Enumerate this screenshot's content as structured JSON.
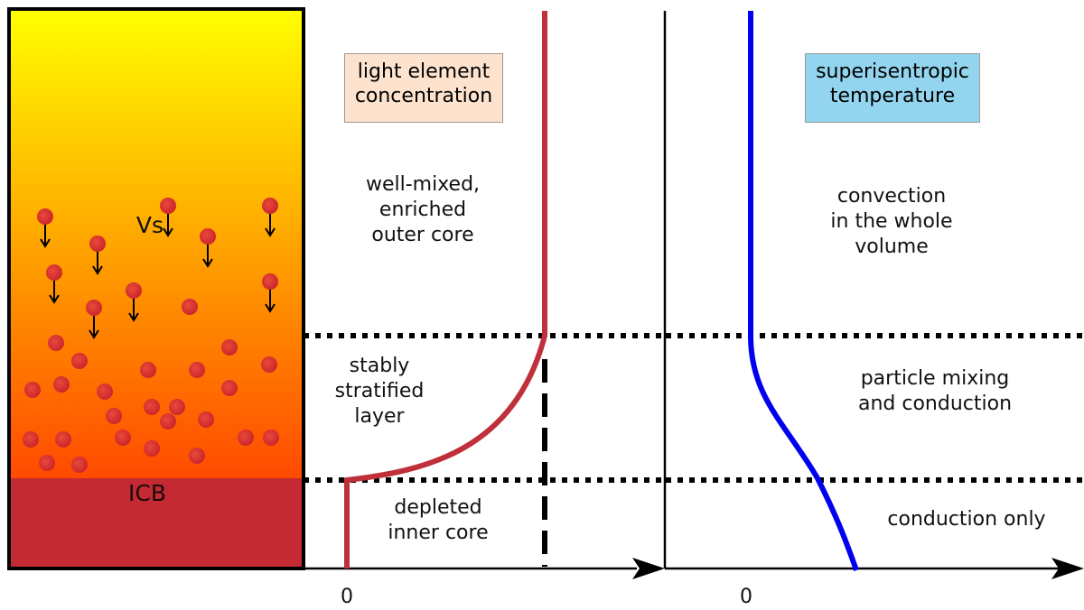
{
  "legend_boxes": {
    "light_element": {
      "text": "light element\nconcentration",
      "fill": "#FDE3CE"
    },
    "superisentropic": {
      "text": "superisentropic\ntemperature",
      "fill": "#93D5EE"
    }
  },
  "column_labels": {
    "vs": "Vs",
    "icb": "ICB"
  },
  "composition_panel": {
    "outer_core": "well-mixed,\nenriched\nouter core",
    "stable_layer": "stably\nstratified\nlayer",
    "inner_core": "depleted\ninner core",
    "axis_zero": "0",
    "curve_color": "#C0303A"
  },
  "temperature_panel": {
    "outer_core": "convection\nin the whole\nvolume",
    "stable_layer": "particle mixing\nand conduction",
    "inner_core": "conduction only",
    "axis_zero": "0",
    "curve_color": "#0000EE"
  },
  "colors": {
    "gradient_top": "#FFFF00",
    "gradient_bottom": "#FF4A00",
    "inner_core_fill": "#C32A33",
    "particle": "#D52B30"
  }
}
